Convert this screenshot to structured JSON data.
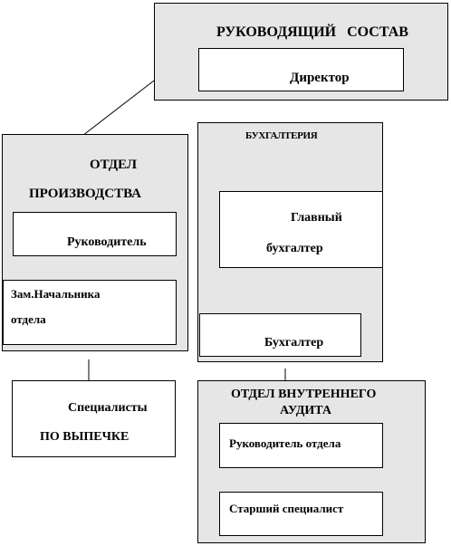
{
  "leadership": {
    "title": "РУКОВОДЯЩИЙ   СОСТАВ",
    "director": "Директор"
  },
  "production": {
    "title_line1": "ОТДЕЛ",
    "title_line2": "ПРОИЗВОДСТВА",
    "head": "Руководитель",
    "deputy_line1": "Зам.Начальника",
    "deputy_line2": "отдела"
  },
  "accounting": {
    "title": "БУХГАЛТЕРИЯ",
    "chief_line1": "Главный",
    "chief_line2": "бухгалтер",
    "accountant": "Бухгалтер"
  },
  "specialists": {
    "line1": "Специалисты",
    "line2": "ПО ВЫПЕЧКЕ"
  },
  "audit": {
    "title_line1": "ОТДЕЛ ВНУТРЕННЕГО",
    "title_line2": "АУДИТА",
    "head": "Руководитель отдела",
    "senior": "Старший специалист"
  }
}
